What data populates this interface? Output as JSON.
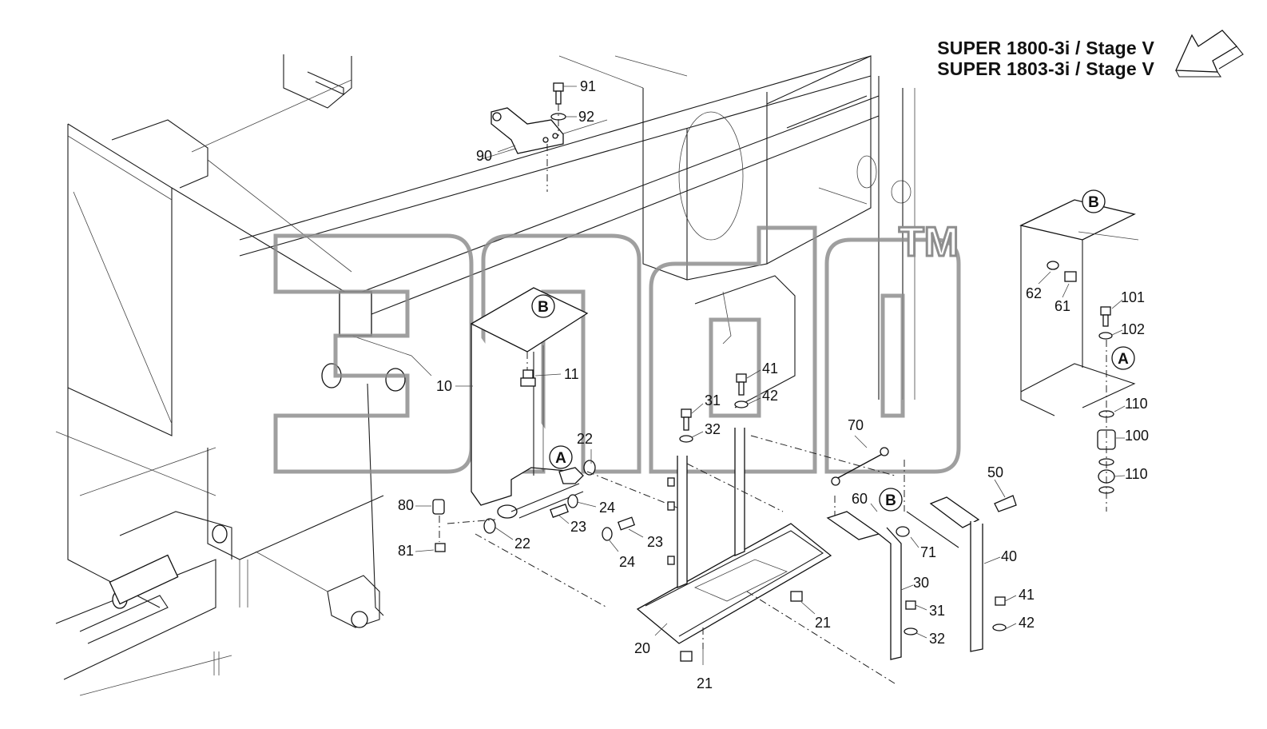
{
  "titles": {
    "line1": "SUPER 1800-3i / Stage V",
    "line2": "SUPER 1803-3i / Stage V"
  },
  "watermark": {
    "trademark": "TM",
    "color": "#8e8e8e"
  },
  "callouts": {
    "a1": "A",
    "a2": "A",
    "b1": "B",
    "b2": "B",
    "b3": "B"
  },
  "parts": {
    "p91": "91",
    "p92": "92",
    "p90": "90",
    "p10": "10",
    "p11": "11",
    "p22a": "22",
    "p22b": "22",
    "p24a": "24",
    "p24b": "24",
    "p23a": "23",
    "p23b": "23",
    "p80": "80",
    "p81": "81",
    "p41a": "41",
    "p42a": "42",
    "p31a": "31",
    "p32a": "32",
    "p70": "70",
    "p60": "60",
    "p71": "71",
    "p50": "50",
    "p40": "40",
    "p30": "30",
    "p41b": "41",
    "p42b": "42",
    "p31b": "31",
    "p32b": "32",
    "p21a": "21",
    "p21b": "21",
    "p20": "20",
    "p62": "62",
    "p61": "61",
    "p101": "101",
    "p102": "102",
    "p110a": "110",
    "p100": "100",
    "p110b": "110"
  }
}
